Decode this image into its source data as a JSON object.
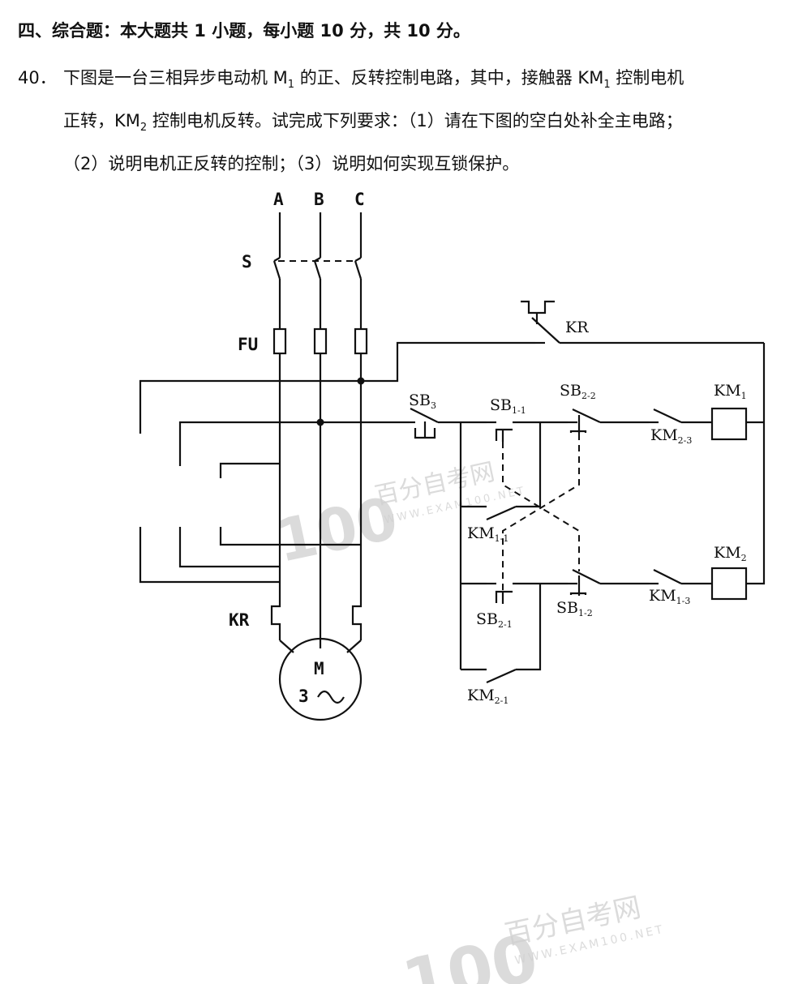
{
  "section": {
    "title": "四、综合题：本大题共 1 小题，每小题 10 分，共 10 分。"
  },
  "question": {
    "number": "40．",
    "line1_a": "下图是一台三相异步电动机 M",
    "line1_sub": "1",
    "line1_b": " 的正、反转控制电路，其中，接触器 KM",
    "line1_sub2": "1",
    "line1_c": " 控制电机",
    "line2_a": "正转，KM",
    "line2_sub": "2",
    "line2_b": " 控制电机反转。试完成下列要求：（1）请在下图的空白处补全主电路；",
    "line3": "（2）说明电机正反转的控制；（3）说明如何实现互锁保护。"
  },
  "diagram": {
    "phase_a": "A",
    "phase_b": "B",
    "phase_c": "C",
    "switch": "S",
    "fuse": "FU",
    "overload": "KR",
    "motor_m": "M",
    "motor_3": "3",
    "kr_contact": "KR",
    "sb3": "SB",
    "sb3_sub": "3",
    "sb11": "SB",
    "sb11_sub": "1-1",
    "sb22": "SB",
    "sb22_sub": "2-2",
    "km23": "KM",
    "km23_sub": "2-3",
    "km1": "KM",
    "km1_sub": "1",
    "km11": "KM",
    "km11_sub": "1-1",
    "km2": "KM",
    "km2_sub": "2",
    "sb12": "SB",
    "sb12_sub": "1-2",
    "km13": "KM",
    "km13_sub": "1-3",
    "sb21": "SB",
    "sb21_sub": "2-1",
    "km21": "KM",
    "km21_sub": "2-1"
  },
  "watermark": {
    "brand": "百分自考网",
    "url": "WWW.EXAM100.NET",
    "logo": "100"
  }
}
